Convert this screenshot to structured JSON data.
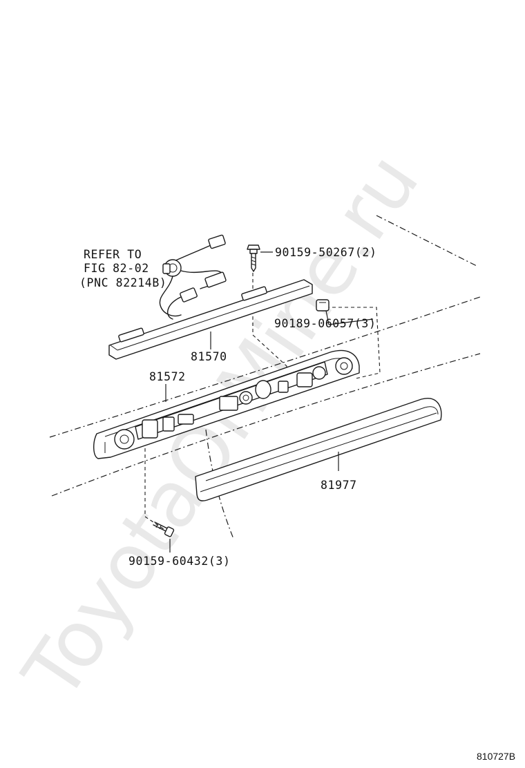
{
  "watermark": "ToyotaOrMine.ru",
  "figure_code": "810727B",
  "callouts": {
    "refer_line1": "REFER TO",
    "refer_line2": "FIG 82-02",
    "refer_line3": "(PNC 82214B)",
    "screw_top": "90159-50267(2)",
    "clip": "90189-06057(3)",
    "lamp_assy": "81570",
    "lamp_body": "81572",
    "cover": "81977",
    "screw_bottom": "90159-60432(3)"
  }
}
